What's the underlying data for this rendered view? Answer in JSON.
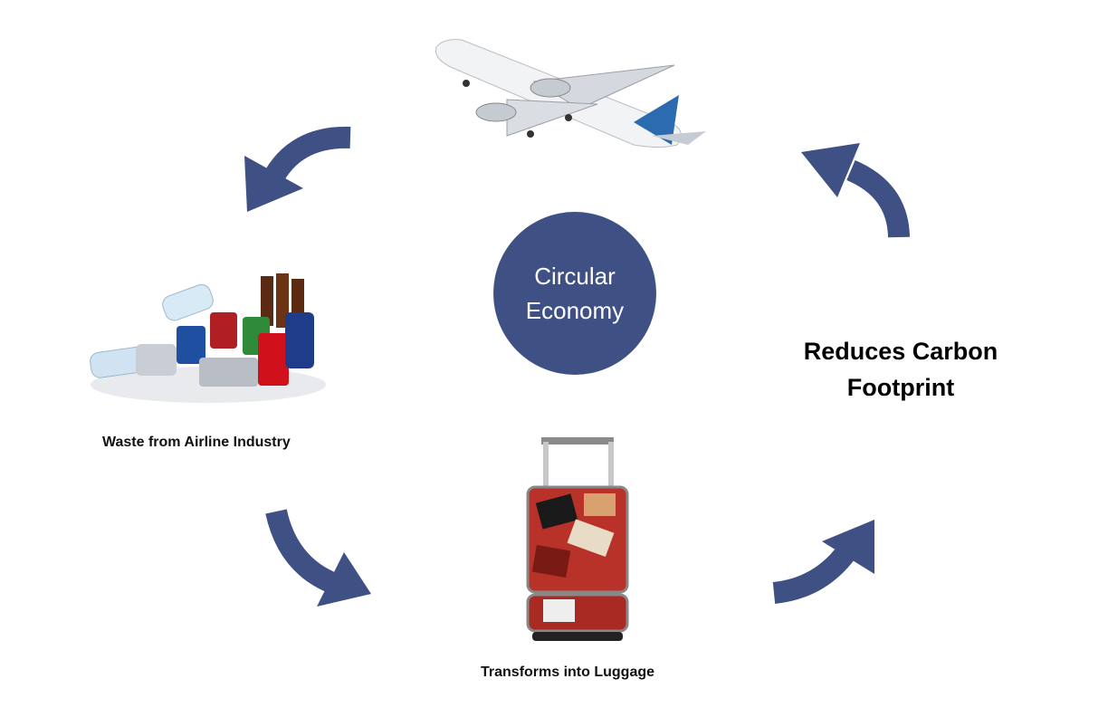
{
  "center": {
    "line1": "Circular",
    "line2": "Economy"
  },
  "stages": {
    "waste": "Waste from Airline Industry",
    "luggage": "Transforms into Luggage",
    "carbon_line1": "Reduces Carbon",
    "carbon_line2": "Footprint"
  },
  "colors": {
    "accent": "#3f5084"
  }
}
